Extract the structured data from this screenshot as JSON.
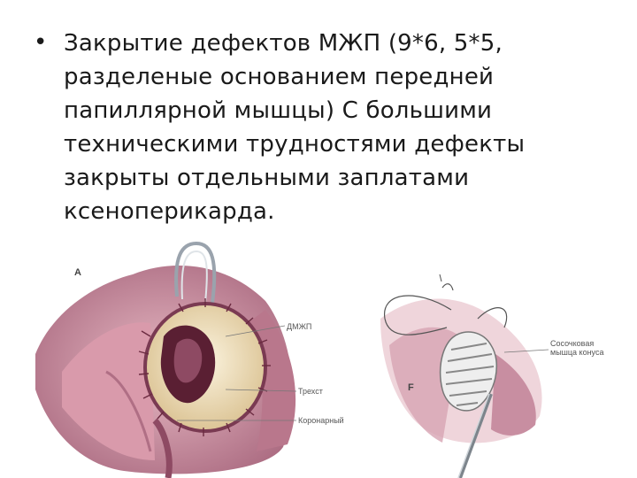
{
  "slide": {
    "bullet": "•",
    "text": "Закрытие дефектов МЖП (9*6, 5*5,\nразделеные основанием передней\nпапиллярной мышцы) С большими\nтехническими трудностями дефекты\nзакрыты отдельными заплатами\nксеноперикарда."
  },
  "figure": {
    "left_panel": {
      "letter": "A",
      "labels": [
        "ДМЖП",
        "Трехст",
        "Коронарный"
      ]
    },
    "right_panel": {
      "letter": "F",
      "labels": [
        "Сосочковая\nмышца конуса"
      ]
    },
    "colors": {
      "tissue": "#c98f9f",
      "tissue_dark": "#8e4a63",
      "patch": "#f2e6c6",
      "defect": "#5a1f33"
    }
  }
}
